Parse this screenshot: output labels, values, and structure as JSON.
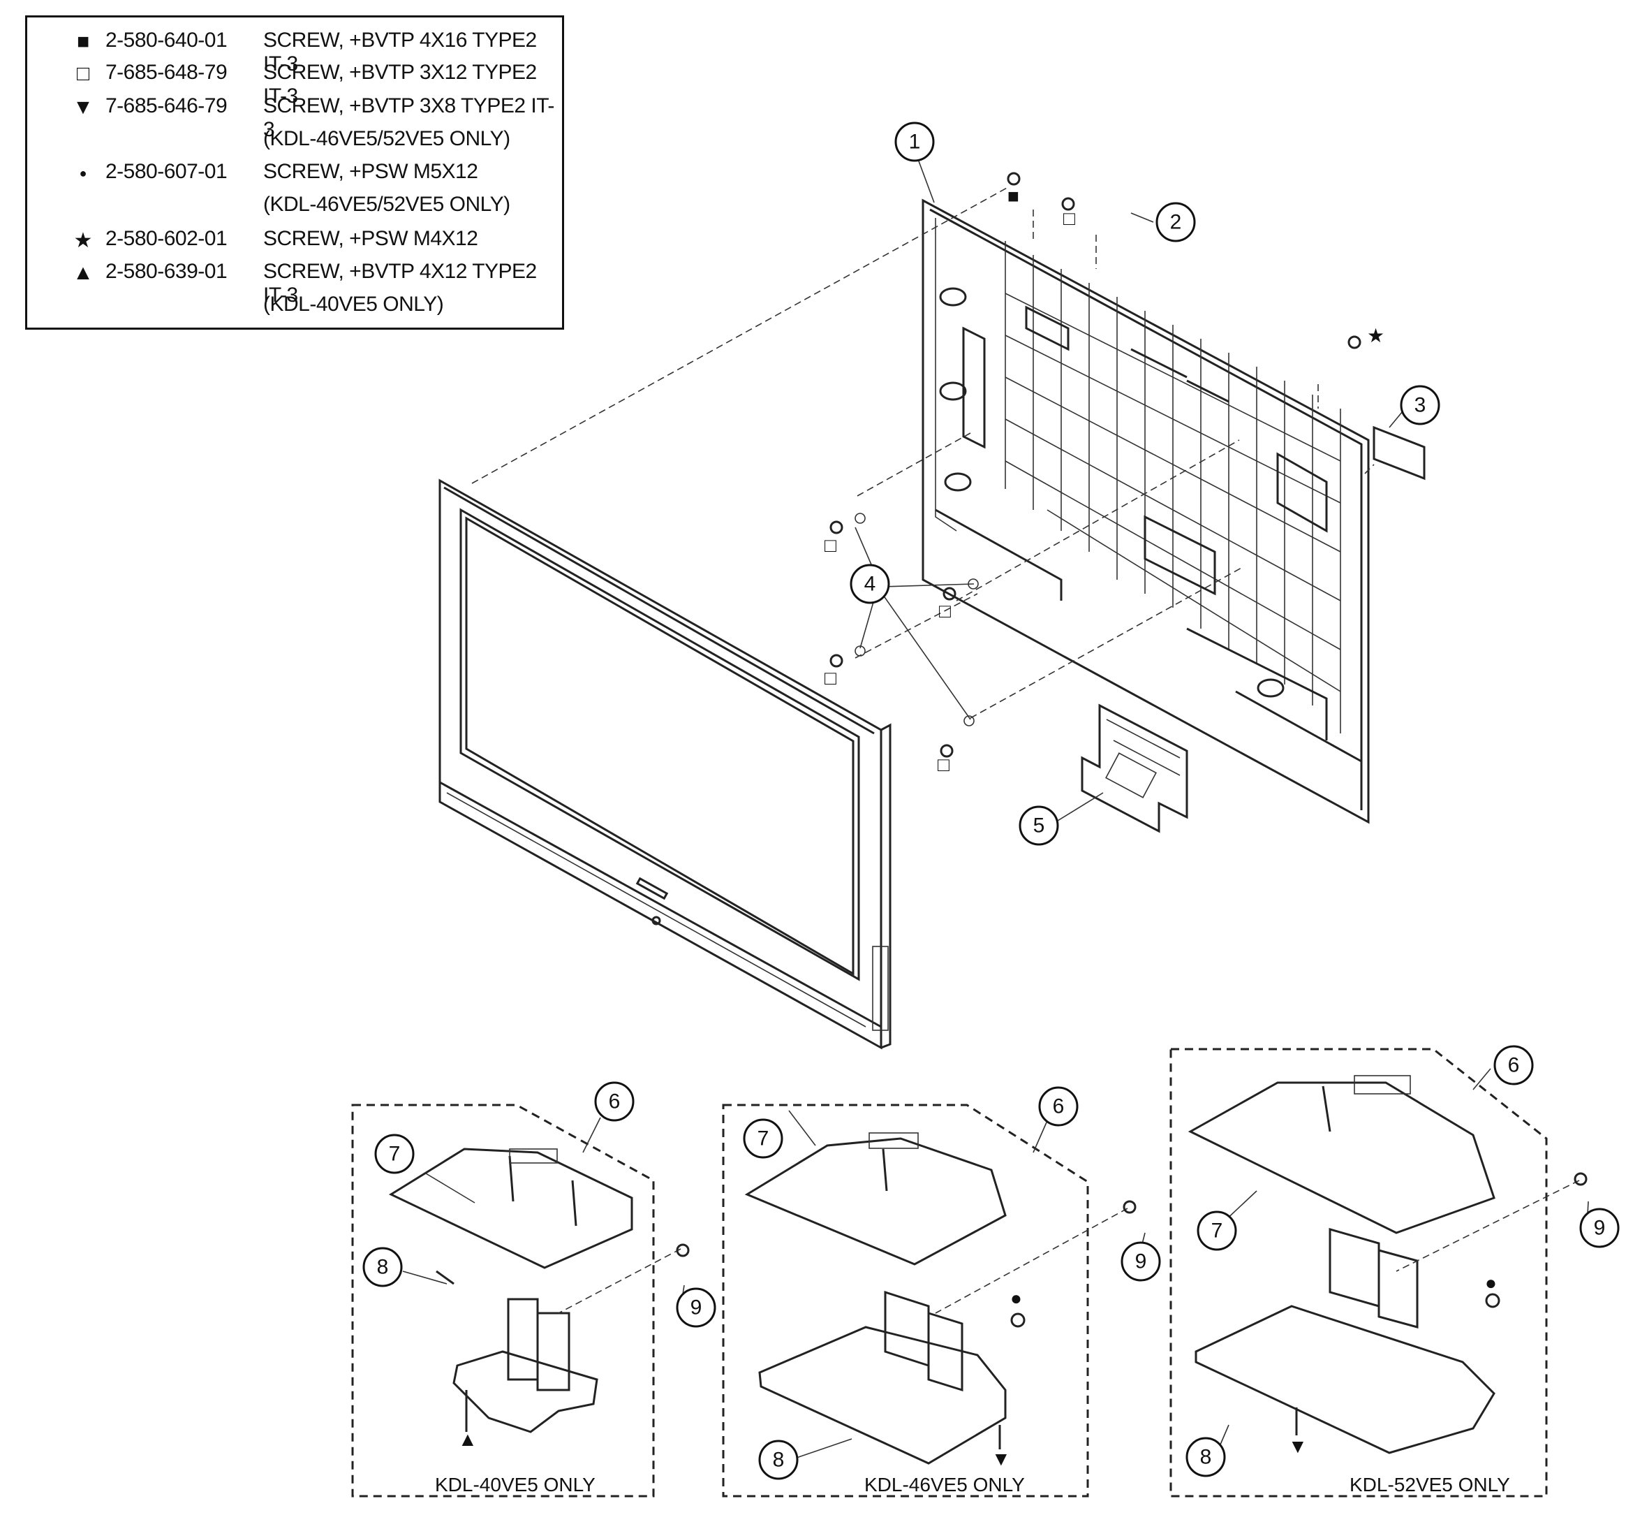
{
  "legend": {
    "rows": [
      {
        "symbol": "filled-square",
        "glyph": "■",
        "part": "2-580-640-01",
        "desc": "SCREW, +BVTP 4X16 TYPE2 IT-3"
      },
      {
        "symbol": "open-square",
        "glyph": "□",
        "part": "7-685-648-79",
        "desc": "SCREW, +BVTP 3X12 TYPE2 IT-3"
      },
      {
        "symbol": "filled-triangle-down",
        "glyph": "▼",
        "part": "7-685-646-79",
        "desc": "SCREW, +BVTP 3X8 TYPE2 IT-3"
      },
      {
        "symbol": "",
        "glyph": "",
        "part": "",
        "desc": "(KDL-46VE5/52VE5 ONLY)"
      },
      {
        "symbol": "filled-dot",
        "glyph": "●",
        "part": "2-580-607-01",
        "desc": "SCREW, +PSW M5X12"
      },
      {
        "symbol": "",
        "glyph": "",
        "part": "",
        "desc": "(KDL-46VE5/52VE5 ONLY)"
      },
      {
        "symbol": "filled-star",
        "glyph": "★",
        "part": "2-580-602-01",
        "desc": "SCREW, +PSW M4X12"
      },
      {
        "symbol": "filled-triangle-up",
        "glyph": "▲",
        "part": "2-580-639-01",
        "desc": "SCREW, +BVTP 4X12 TYPE2 IT-3"
      },
      {
        "symbol": "",
        "glyph": "",
        "part": "",
        "desc": "(KDL-40VE5 ONLY)"
      }
    ]
  },
  "callouts": {
    "c1": "1",
    "c2": "2",
    "c3": "3",
    "c4": "4",
    "c5": "5",
    "s40_6": "6",
    "s40_7": "7",
    "s40_8": "8",
    "s40_9": "9",
    "s46_6": "6",
    "s46_7": "7",
    "s46_8": "8",
    "s46_9": "9",
    "s52_6": "6",
    "s52_7": "7",
    "s52_8": "8",
    "s52_9": "9"
  },
  "markers": {
    "filled_square": "■",
    "open_square": "□",
    "star": "★",
    "dot": "●",
    "triangle_up": "▲",
    "triangle_down": "▼"
  },
  "stands": {
    "kdl40": "KDL-40VE5 ONLY",
    "kdl46": "KDL-46VE5 ONLY",
    "kdl52": "KDL-52VE5 ONLY"
  }
}
